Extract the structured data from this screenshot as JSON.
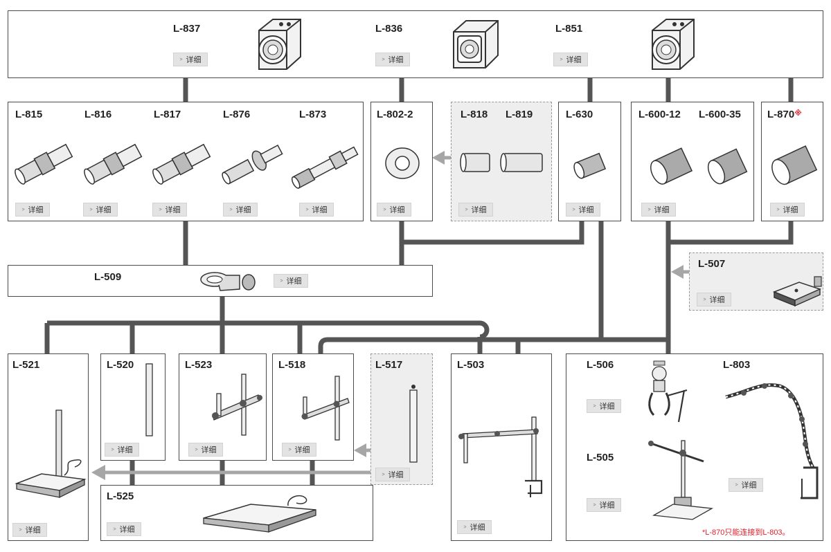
{
  "detail_label": "详细",
  "note": "*L-870只能连接到L-803。",
  "colors": {
    "connector": "#555555",
    "arrow": "#a6a6a6",
    "border": "#4a4a4a",
    "optional_bg": "#eeeeee",
    "note": "#e0202a"
  },
  "models": {
    "l837": "L-837",
    "l836": "L-836",
    "l851": "L-851",
    "l815": "L-815",
    "l816": "L-816",
    "l817": "L-817",
    "l876": "L-876",
    "l873": "L-873",
    "l802_2": "L-802-2",
    "l818": "L-818",
    "l819": "L-819",
    "l630": "L-630",
    "l600_12": "L-600-12",
    "l600_35": "L-600-35",
    "l870": "L-870",
    "l870_mark": "※",
    "l509": "L-509",
    "l507": "L-507",
    "l521": "L-521",
    "l520": "L-520",
    "l523": "L-523",
    "l518": "L-518",
    "l517": "L-517",
    "l503": "L-503",
    "l506": "L-506",
    "l803": "L-803",
    "l505": "L-505",
    "l525": "L-525"
  }
}
